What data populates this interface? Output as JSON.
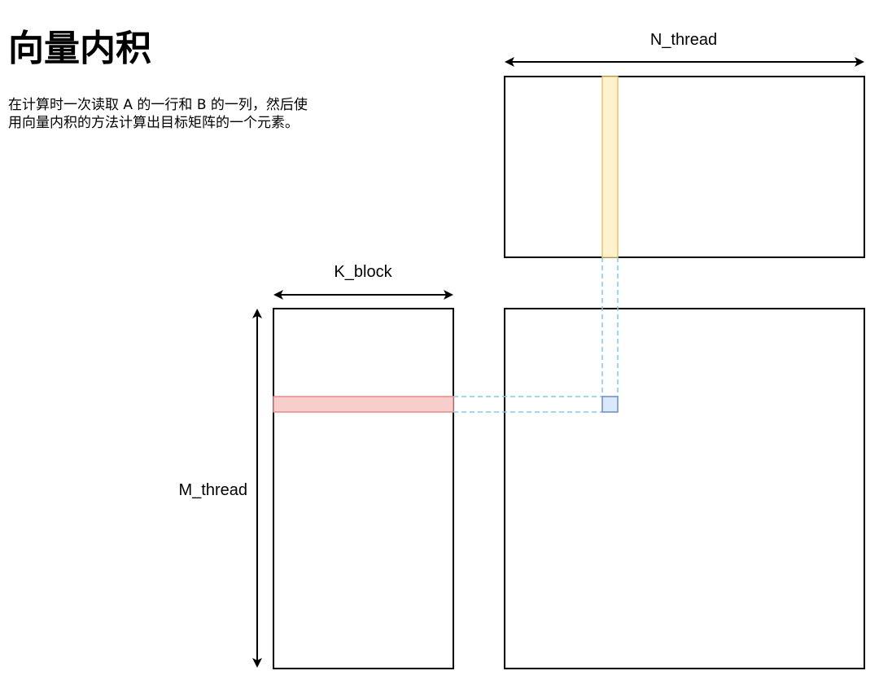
{
  "title": "向量内积",
  "description": {
    "line1": "在计算时一次读取 A 的一行和 B 的一列，然后使",
    "line2": "用向量内积的方法计算出目标矩阵的一个元素。"
  },
  "labels": {
    "n_dim": "N_thread",
    "k_dim": "K_block",
    "m_dim": "M_thread"
  },
  "colors": {
    "outline": "#000000",
    "row_fill": "#f8cecc",
    "row_stroke": "#e58a88",
    "col_fill": "#fff2cc",
    "col_stroke": "#e8c46a",
    "target_fill": "#dae8fc",
    "target_stroke": "#6c8ebf",
    "guide": "#7ec8f0"
  }
}
